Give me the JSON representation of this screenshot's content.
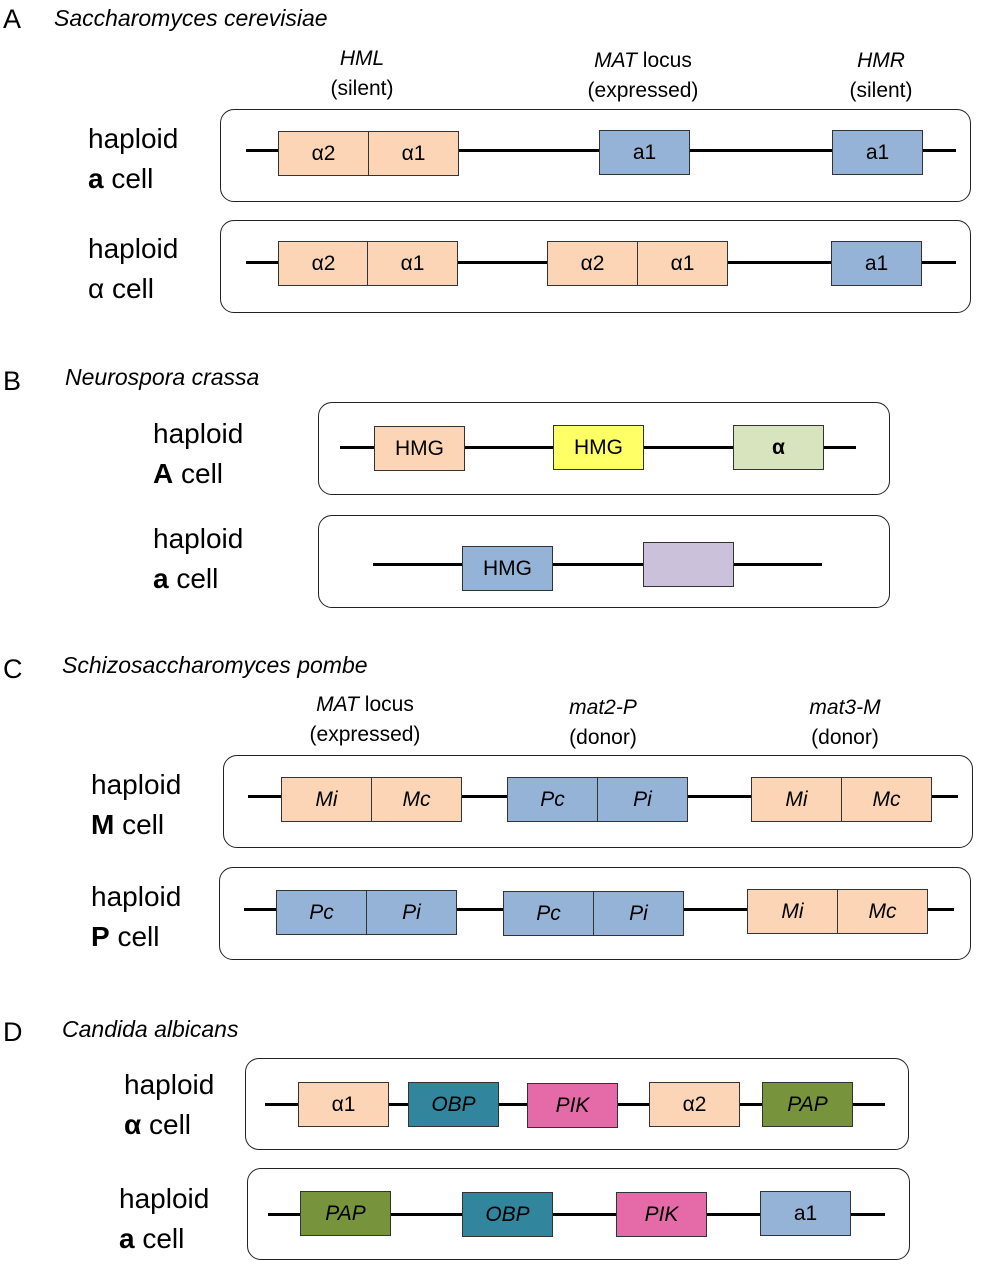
{
  "colors": {
    "peach": "#fbd5b5",
    "blue": "#95b3d7",
    "yellow": "#ffff66",
    "green": "#d7e4bd",
    "lilac": "#ccc1da",
    "teal": "#31859c",
    "pink": "#e46ba8",
    "olive": "#77933c"
  },
  "panels": [
    {
      "letter": "A",
      "species": "Saccharomyces cerevisiae",
      "headers": [
        {
          "name_italic": "HML",
          "name_plain": "",
          "sub": "(silent)"
        },
        {
          "name_italic": "MAT",
          "name_plain": " locus",
          "sub": "(expressed)"
        },
        {
          "name_italic": "HMR",
          "name_plain": "",
          "sub": "(silent)"
        }
      ],
      "rows": [
        {
          "line1": "haploid",
          "line2_bold": "a",
          "line2_rest": " cell",
          "genes": [
            "α2",
            "α1",
            "a1",
            "a1"
          ]
        },
        {
          "line1": "haploid",
          "line2_bold": "",
          "line2_rest": "α cell",
          "genes": [
            "α2",
            "α1",
            "α2",
            "α1",
            "a1"
          ]
        }
      ]
    },
    {
      "letter": "B",
      "species": "Neurospora crassa",
      "rows": [
        {
          "line1": "haploid",
          "line2_bold": "A",
          "line2_rest": " cell",
          "genes": [
            "HMG",
            "HMG",
            "α"
          ]
        },
        {
          "line1": "haploid",
          "line2_bold": "a",
          "line2_rest": " cell",
          "genes": [
            "HMG",
            ""
          ]
        }
      ]
    },
    {
      "letter": "C",
      "species": "Schizosaccharomyces pombe",
      "headers": [
        {
          "name_italic": "MAT",
          "name_plain": " locus",
          "sub": "(expressed)"
        },
        {
          "name_italic": "mat2-P",
          "name_plain": "",
          "sub": "(donor)"
        },
        {
          "name_italic": "mat3-M",
          "name_plain": "",
          "sub": "(donor)"
        }
      ],
      "rows": [
        {
          "line1": "haploid",
          "line2_bold": "M",
          "line2_rest": " cell",
          "genes": [
            "Mi",
            "Mc",
            "Pc",
            "Pi",
            "Mi",
            "Mc"
          ]
        },
        {
          "line1": "haploid",
          "line2_bold": "P",
          "line2_rest": " cell",
          "genes": [
            "Pc",
            "Pi",
            "Pc",
            "Pi",
            "Mi",
            "Mc"
          ]
        }
      ]
    },
    {
      "letter": "D",
      "species": "Candida albicans",
      "rows": [
        {
          "line1": "haploid",
          "line2_bold": "α",
          "line2_rest": " cell",
          "genes": [
            "α1",
            "OBP",
            "PIK",
            "α2",
            "PAP"
          ]
        },
        {
          "line1": "haploid",
          "line2_bold": "a",
          "line2_rest": " cell",
          "genes": [
            "PAP",
            "OBP",
            "PIK",
            "a1"
          ]
        }
      ]
    }
  ]
}
